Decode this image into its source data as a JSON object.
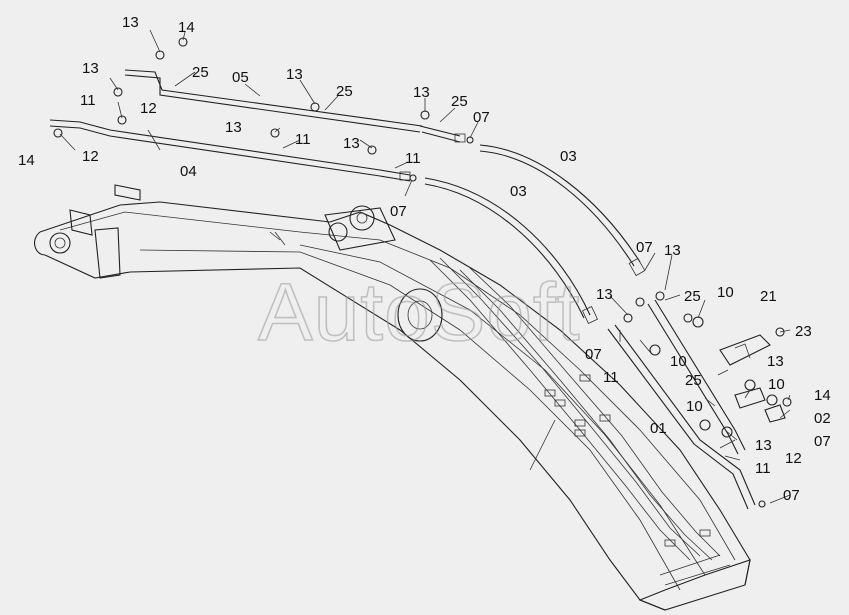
{
  "watermark": "AutoSoft",
  "labels": [
    {
      "id": "l1",
      "text": "13"
    },
    {
      "id": "l2",
      "text": "14"
    },
    {
      "id": "l3",
      "text": "13"
    },
    {
      "id": "l4",
      "text": "25"
    },
    {
      "id": "l5",
      "text": "05"
    },
    {
      "id": "l6",
      "text": "11"
    },
    {
      "id": "l7",
      "text": "12"
    },
    {
      "id": "l8",
      "text": "13"
    },
    {
      "id": "l9",
      "text": "25"
    },
    {
      "id": "l10",
      "text": "13"
    },
    {
      "id": "l11",
      "text": "25"
    },
    {
      "id": "l12",
      "text": "07"
    },
    {
      "id": "l13",
      "text": "14"
    },
    {
      "id": "l14",
      "text": "12"
    },
    {
      "id": "l15",
      "text": "13"
    },
    {
      "id": "l16",
      "text": "11"
    },
    {
      "id": "l17",
      "text": "13"
    },
    {
      "id": "l18",
      "text": "04"
    },
    {
      "id": "l19",
      "text": "11"
    },
    {
      "id": "l20",
      "text": "03"
    },
    {
      "id": "l21",
      "text": "03"
    },
    {
      "id": "l22",
      "text": "07"
    },
    {
      "id": "l23",
      "text": "07"
    },
    {
      "id": "l24",
      "text": "13"
    },
    {
      "id": "l25",
      "text": "13"
    },
    {
      "id": "l26",
      "text": "25"
    },
    {
      "id": "l27",
      "text": "10"
    },
    {
      "id": "l28",
      "text": "21"
    },
    {
      "id": "l29",
      "text": "23"
    },
    {
      "id": "l30",
      "text": "07"
    },
    {
      "id": "l31",
      "text": "11"
    },
    {
      "id": "l32",
      "text": "10"
    },
    {
      "id": "l33",
      "text": "13"
    },
    {
      "id": "l34",
      "text": "25"
    },
    {
      "id": "l35",
      "text": "10"
    },
    {
      "id": "l36",
      "text": "14"
    },
    {
      "id": "l37",
      "text": "10"
    },
    {
      "id": "l38",
      "text": "02"
    },
    {
      "id": "l39",
      "text": "01"
    },
    {
      "id": "l40",
      "text": "07"
    },
    {
      "id": "l41",
      "text": "13"
    },
    {
      "id": "l42",
      "text": "12"
    },
    {
      "id": "l43",
      "text": "11"
    },
    {
      "id": "l44",
      "text": "07"
    }
  ]
}
